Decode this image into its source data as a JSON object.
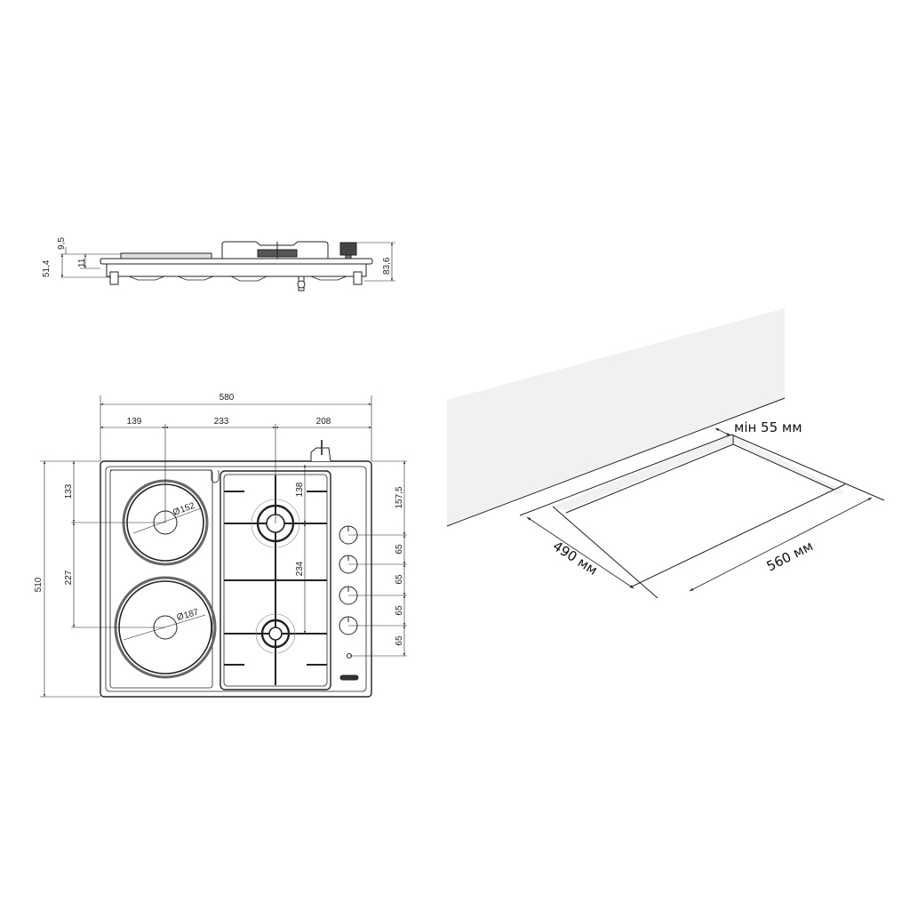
{
  "side_view": {
    "dims": {
      "top_gap": "9,5",
      "total_left": "51,4",
      "glass": "11",
      "total_right": "83,6"
    }
  },
  "top_view": {
    "dims": {
      "width_total": "580",
      "offset_left": "139",
      "offset_mid": "233",
      "offset_right": "208",
      "depth_total": "510",
      "offset_top_left": "133",
      "offset_mid_left": "227",
      "gas_top": "138",
      "gas_mid": "234",
      "knob_top": "157,5",
      "knob_step_1": "65",
      "knob_step_2": "65",
      "knob_step_3": "65",
      "knob_step_4": "65",
      "plate_small_dia": "152",
      "plate_large_dia": "187",
      "dia_symbol": "Ø"
    }
  },
  "installation": {
    "min_clearance": "мін 55 мм",
    "cutout_depth": "490 мм",
    "cutout_width": "560 мм"
  },
  "colors": {
    "line": "#222222",
    "wall": "#f1f1f1",
    "background": "#ffffff"
  }
}
